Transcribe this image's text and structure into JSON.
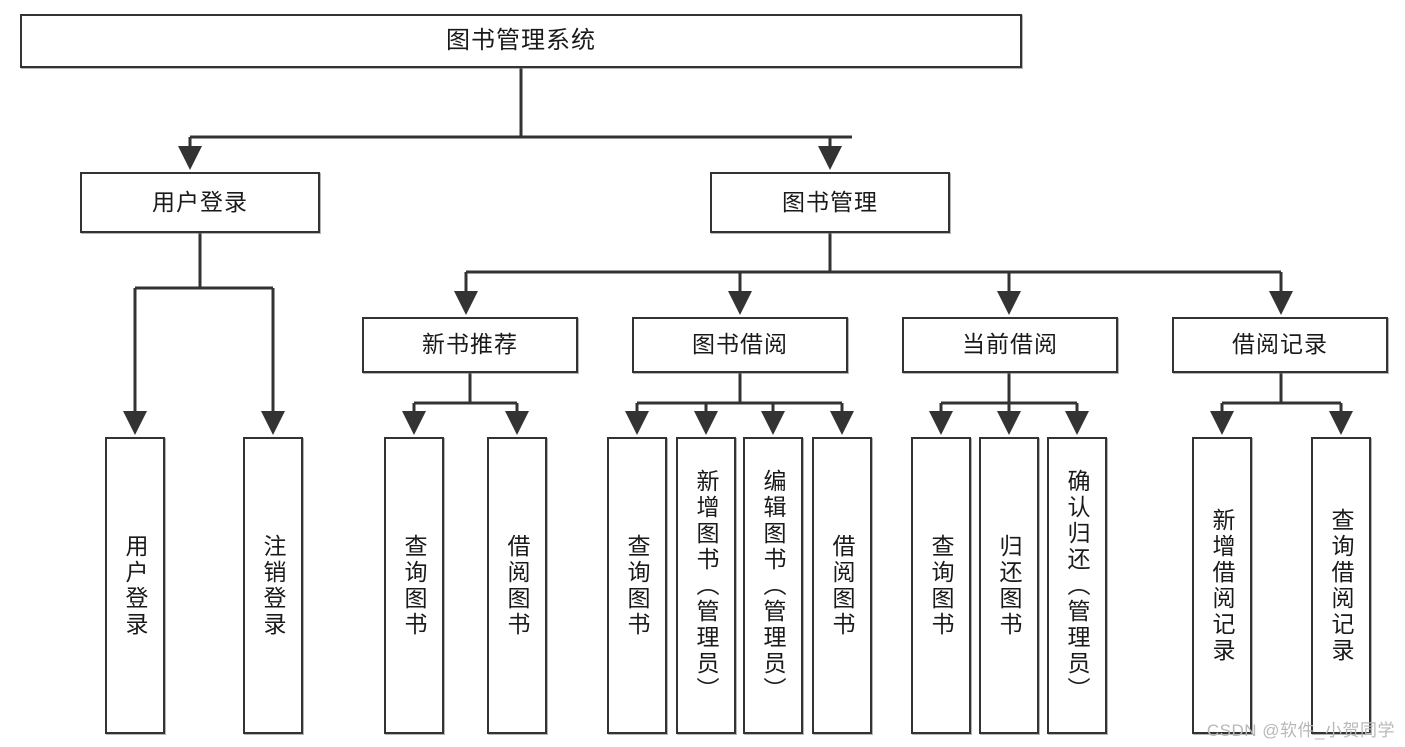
{
  "diagram": {
    "title": "图书管理系统",
    "watermark": "CSDN @软件_小贺同学",
    "levels": {
      "root": {
        "label": "图书管理系统"
      },
      "level2": [
        {
          "label": "用户登录"
        },
        {
          "label": "图书管理"
        }
      ],
      "level3": [
        {
          "label": "新书推荐"
        },
        {
          "label": "图书借阅"
        },
        {
          "label": "当前借阅"
        },
        {
          "label": "借阅记录"
        }
      ],
      "leaves": {
        "user_login": [
          {
            "label": "用户登录"
          },
          {
            "label": "注销登录"
          }
        ],
        "new_book_recommend": [
          {
            "label": "查询图书"
          },
          {
            "label": "借阅图书"
          }
        ],
        "book_borrow": [
          {
            "label": "查询图书"
          },
          {
            "label": "新增图书（管理员）"
          },
          {
            "label": "编辑图书（管理员）"
          },
          {
            "label": "借阅图书"
          }
        ],
        "current_borrow": [
          {
            "label": "查询图书"
          },
          {
            "label": "归还图书"
          },
          {
            "label": "确认归还（管理员）"
          }
        ],
        "borrow_record": [
          {
            "label": "新增借阅记录"
          },
          {
            "label": "查询借阅记录"
          }
        ]
      }
    },
    "colors": {
      "border": "#333333",
      "background": "#ffffff",
      "text": "#1a1a1a",
      "watermark": "#b8b8b8"
    }
  }
}
